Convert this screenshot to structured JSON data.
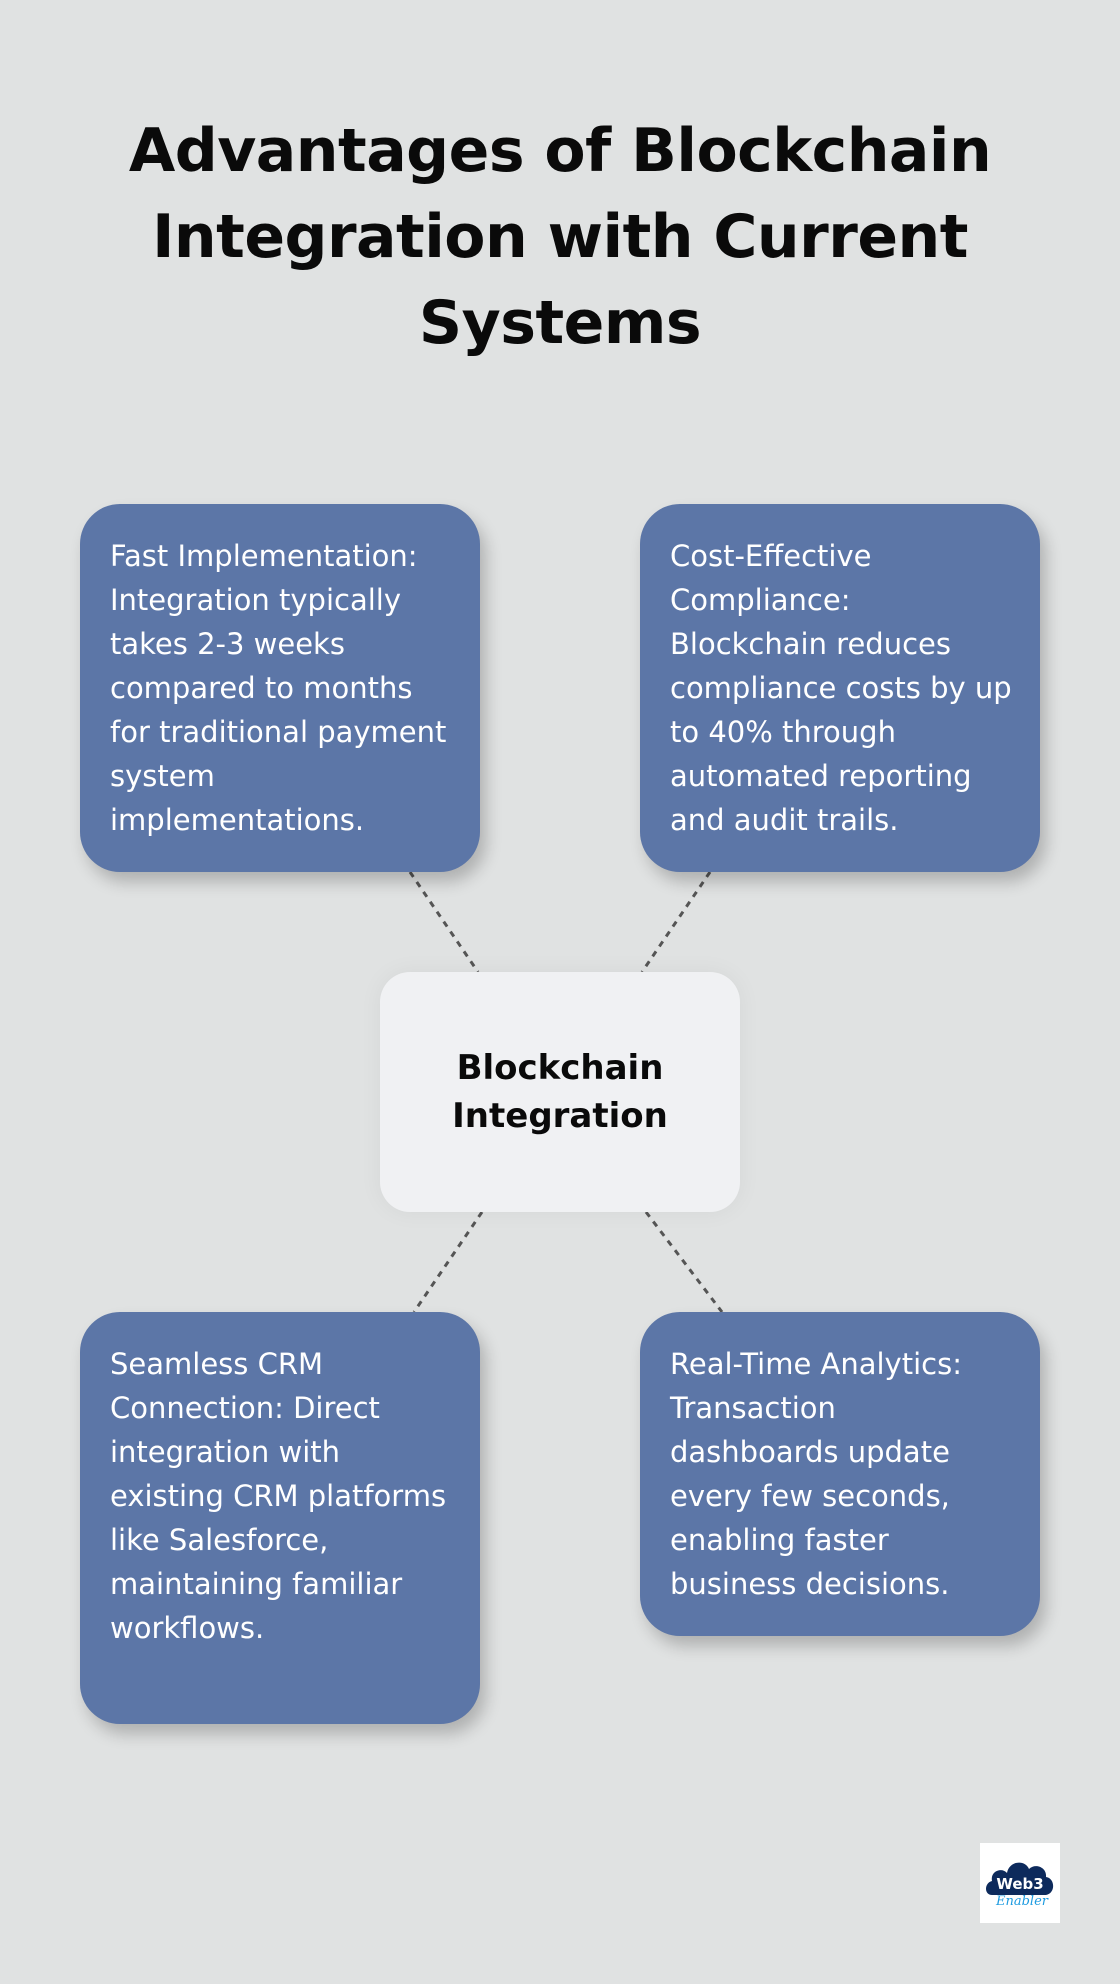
{
  "title": "Advantages of Blockchain Integration with Current Systems",
  "hub": {
    "label": "Blockchain Integration"
  },
  "cards": [
    {
      "text": "Fast Implementation: Integration typically takes 2-3 weeks compared to months for traditional payment system implementations."
    },
    {
      "text": "Cost-Effective Compliance: Blockchain reduces compliance costs by up to 40% through automated reporting and audit trails."
    },
    {
      "text": "Seamless CRM Connection: Direct integration with existing CRM platforms like Salesforce, maintaining familiar workflows."
    },
    {
      "text": "Real-Time Analytics: Transaction dashboards update every few seconds, enabling faster business decisions."
    }
  ],
  "colors": {
    "background": "#e0e2e2",
    "card": "#5c76a7",
    "hub": "#f0f1f3",
    "connector": "#555555",
    "logo_navy": "#0d2a5c",
    "logo_accent": "#1e9be0"
  },
  "logo": {
    "icon": "web3-cloud-logo",
    "line1": "Web3",
    "line2": "Enabler"
  }
}
